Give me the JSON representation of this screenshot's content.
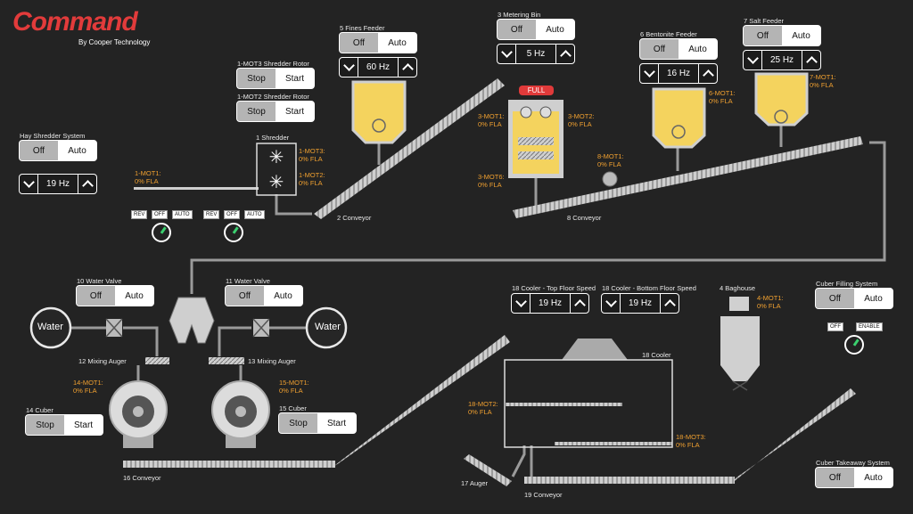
{
  "logo": {
    "brand": "Command",
    "byline": "By Cooper Technology"
  },
  "colors": {
    "accent": "#e23b3b",
    "motor": "#f0a030",
    "tank": "#f4d35e",
    "active": "#3bd16f"
  },
  "hay_shredder": {
    "title": "Hay Shredder System",
    "off": "Off",
    "auto": "Auto",
    "speed": "19 Hz"
  },
  "rotor3": {
    "title": "1-MOT3 Shredder Rotor",
    "stop": "Stop",
    "start": "Start"
  },
  "rotor2": {
    "title": "1-MOT2 Shredder Rotor",
    "stop": "Stop",
    "start": "Start"
  },
  "shredder": {
    "title": "1 Shredder",
    "mot3": "1-MOT3:",
    "mot3_fla": "0% FLA",
    "mot2": "1-MOT2:",
    "mot2_fla": "0% FLA",
    "mot1": "1-MOT1:",
    "mot1_fla": "0% FLA"
  },
  "knob1": {
    "rev": "REV",
    "off": "OFF",
    "auto": "AUTO"
  },
  "knob2": {
    "rev": "REV",
    "off": "OFF",
    "auto": "AUTO"
  },
  "fines": {
    "title": "5 Fines Feeder",
    "off": "Off",
    "auto": "Auto",
    "speed": "60 Hz"
  },
  "conveyor2": {
    "title": "2 Conveyor"
  },
  "metering": {
    "title": "3 Metering Bin",
    "off": "Off",
    "auto": "Auto",
    "speed": "5 Hz",
    "full": "FULL",
    "mot1": "3-MOT1:",
    "mot1_fla": "0% FLA",
    "mot2": "3-MOT2:",
    "mot2_fla": "0% FLA",
    "mot6": "3-MOT6:",
    "mot6_fla": "0% FLA"
  },
  "bentonite": {
    "title": "6 Bentonite Feeder",
    "off": "Off",
    "auto": "Auto",
    "speed": "16 Hz",
    "mot1": "6-MOT1:",
    "mot1_fla": "0% FLA"
  },
  "salt": {
    "title": "7 Salt Feeder",
    "off": "Off",
    "auto": "Auto",
    "speed": "25 Hz",
    "mot1": "7-MOT1:",
    "mot1_fla": "0% FLA"
  },
  "conveyor8": {
    "title": "8 Conveyor",
    "mot1": "8-MOT1:",
    "mot1_fla": "0% FLA"
  },
  "valve10": {
    "title": "10 Water Valve",
    "off": "Off",
    "auto": "Auto",
    "water": "Water"
  },
  "valve11": {
    "title": "11 Water Valve",
    "off": "Off",
    "auto": "Auto",
    "water": "Water"
  },
  "auger12": {
    "title": "12 Mixing Auger"
  },
  "auger13": {
    "title": "13 Mixing Auger"
  },
  "cuber14": {
    "title": "14 Cuber",
    "stop": "Stop",
    "start": "Start",
    "mot1": "14-MOT1:",
    "mot1_fla": "0% FLA"
  },
  "cuber15": {
    "title": "15 Cuber",
    "stop": "Stop",
    "start": "Start",
    "mot1": "15-MOT1:",
    "mot1_fla": "0% FLA"
  },
  "conveyor16": {
    "title": "16 Conveyor"
  },
  "auger17": {
    "title": "17 Auger"
  },
  "cooler": {
    "title": "18 Cooler",
    "top_title": "18 Cooler - Top Floor Speed",
    "top_speed": "19 Hz",
    "bottom_title": "18 Cooler - Bottom Floor Speed",
    "bottom_speed": "19 Hz",
    "mot2": "18-MOT2:",
    "mot2_fla": "0% FLA",
    "mot3": "18-MOT3:",
    "mot3_fla": "0% FLA"
  },
  "conveyor19": {
    "title": "19 Conveyor"
  },
  "baghouse": {
    "title": "4 Baghouse",
    "mot1": "4-MOT1:",
    "mot1_fla": "0% FLA"
  },
  "cuber_fill": {
    "title": "Cuber Filling System",
    "off": "Off",
    "auto": "Auto",
    "off_small": "OFF",
    "enable": "ENABLE"
  },
  "takeaway": {
    "title": "Cuber Takeaway System",
    "off": "Off",
    "auto": "Auto"
  }
}
